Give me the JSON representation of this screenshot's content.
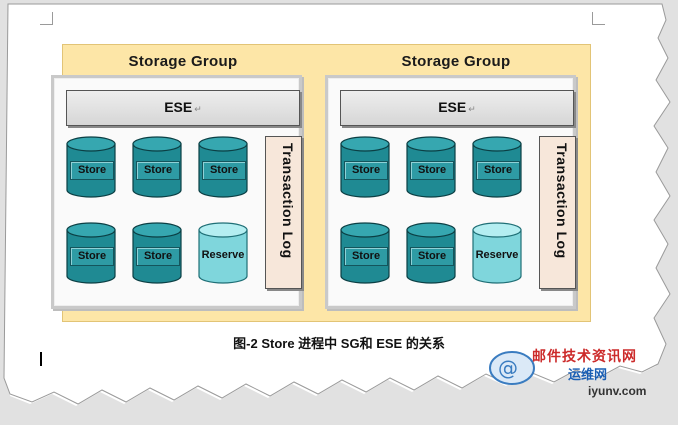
{
  "groups": [
    {
      "title": "Storage Group",
      "ese_label": "ESE",
      "row1": [
        "Store",
        "Store",
        "Store"
      ],
      "row2": [
        "Store",
        "Store",
        "Reserve"
      ],
      "transaction_log": "Transaction Log"
    },
    {
      "title": "Storage Group",
      "ese_label": "ESE",
      "row1": [
        "Store",
        "Store",
        "Store"
      ],
      "row2": [
        "Store",
        "Store",
        "Reserve"
      ],
      "transaction_log": "Transaction Log"
    }
  ],
  "caption": "图-2 Store 进程中 SG和 ESE 的关系",
  "watermark": {
    "top": "邮件技术资讯网",
    "middle": "运维网",
    "bottom": "iyunv.com"
  },
  "colors": {
    "outer_bg": "#fde6a7",
    "store_fill": "#1f8a93",
    "reserve_fill": "#7fd6dc",
    "tlog_fill": "#f7e7da"
  }
}
